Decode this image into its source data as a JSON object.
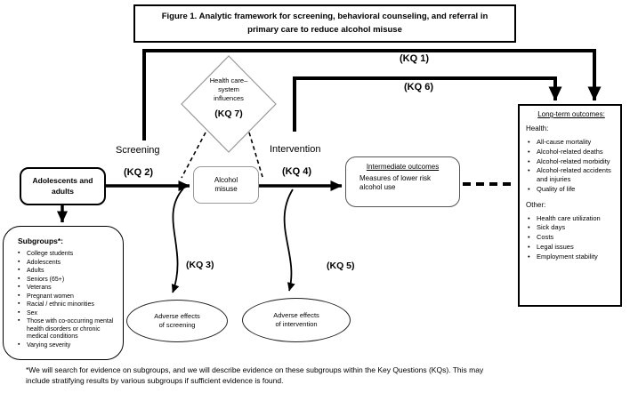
{
  "title": "Figure 1. Analytic framework for screening, behavioral counseling, and referral in\nprimary care to reduce alcohol misuse",
  "population": {
    "label": "Adolescents and\nadults"
  },
  "subgroups": {
    "title": "Subgroups*:",
    "items": [
      "College students",
      "Adolescents",
      "Adults",
      "Seniors (65+)",
      "Veterans",
      "Pregnant women",
      "Racial / ethnic minorities",
      "Sex",
      "Those with co-occurring mental health disorders or chronic medical conditions",
      "Varying severity"
    ]
  },
  "diamond": {
    "text": "Health care–\nsystem\ninfluences",
    "kq": "(KQ 7)"
  },
  "labels": {
    "screening": "Screening",
    "kq2": "(KQ 2)",
    "intervention": "Intervention",
    "kq4": "(KQ 4)",
    "kq1": "(KQ 1)",
    "kq6": "(KQ 6)",
    "kq3": "(KQ 3)",
    "kq5": "(KQ 5)"
  },
  "alcohol_misuse": {
    "label": "Alcohol\nmisuse"
  },
  "intermediate": {
    "title": "Intermediate outcomes",
    "body": "Measures of lower risk\nalcohol use"
  },
  "longterm": {
    "title": "Long-term outcomes:",
    "health_heading": "Health:",
    "health_items": [
      "All-cause mortality",
      "Alcohol-related deaths",
      "Alcohol-related morbidity",
      "Alcohol-related accidents and injuries",
      "Quality of life"
    ],
    "other_heading": "Other:",
    "other_items": [
      "Health care utilization",
      "Sick days",
      "Costs",
      "Legal issues",
      "Employment stability"
    ]
  },
  "adverse_screening": "Adverse effects\nof screening",
  "adverse_intervention": "Adverse effects\nof intervention",
  "footnote": "*We will search for evidence on subgroups, and we will describe evidence on these subgroups within the Key Questions (KQs). This may\ninclude stratifying results by various subgroups if sufficient evidence is found.",
  "colors": {
    "line": "#000000",
    "thin_border": "#999999"
  }
}
